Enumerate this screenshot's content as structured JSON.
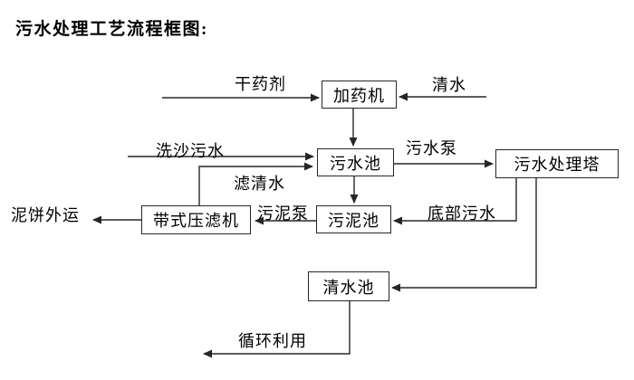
{
  "title": "污水处理工艺流程框图:",
  "nodes": {
    "dosing_machine": "加药机",
    "sewage_pool": "污水池",
    "treatment_tower": "污水处理塔",
    "sludge_pool": "污泥池",
    "belt_filter_press": "带式压滤机",
    "clear_water_pool": "清水池"
  },
  "flow_labels": {
    "dry_agent": "干药剂",
    "clear_water": "清水",
    "sand_washing_sewage": "洗沙污水",
    "sewage_pump": "污水泵",
    "filtered_water": "滤清水",
    "sludge_pump": "污泥泵",
    "bottom_sewage": "底部污水",
    "mud_cake_out": "泥饼外运",
    "recycle": "循环利用"
  },
  "colors": {
    "line": "#262626",
    "text": "#000000",
    "background": "#ffffff"
  }
}
